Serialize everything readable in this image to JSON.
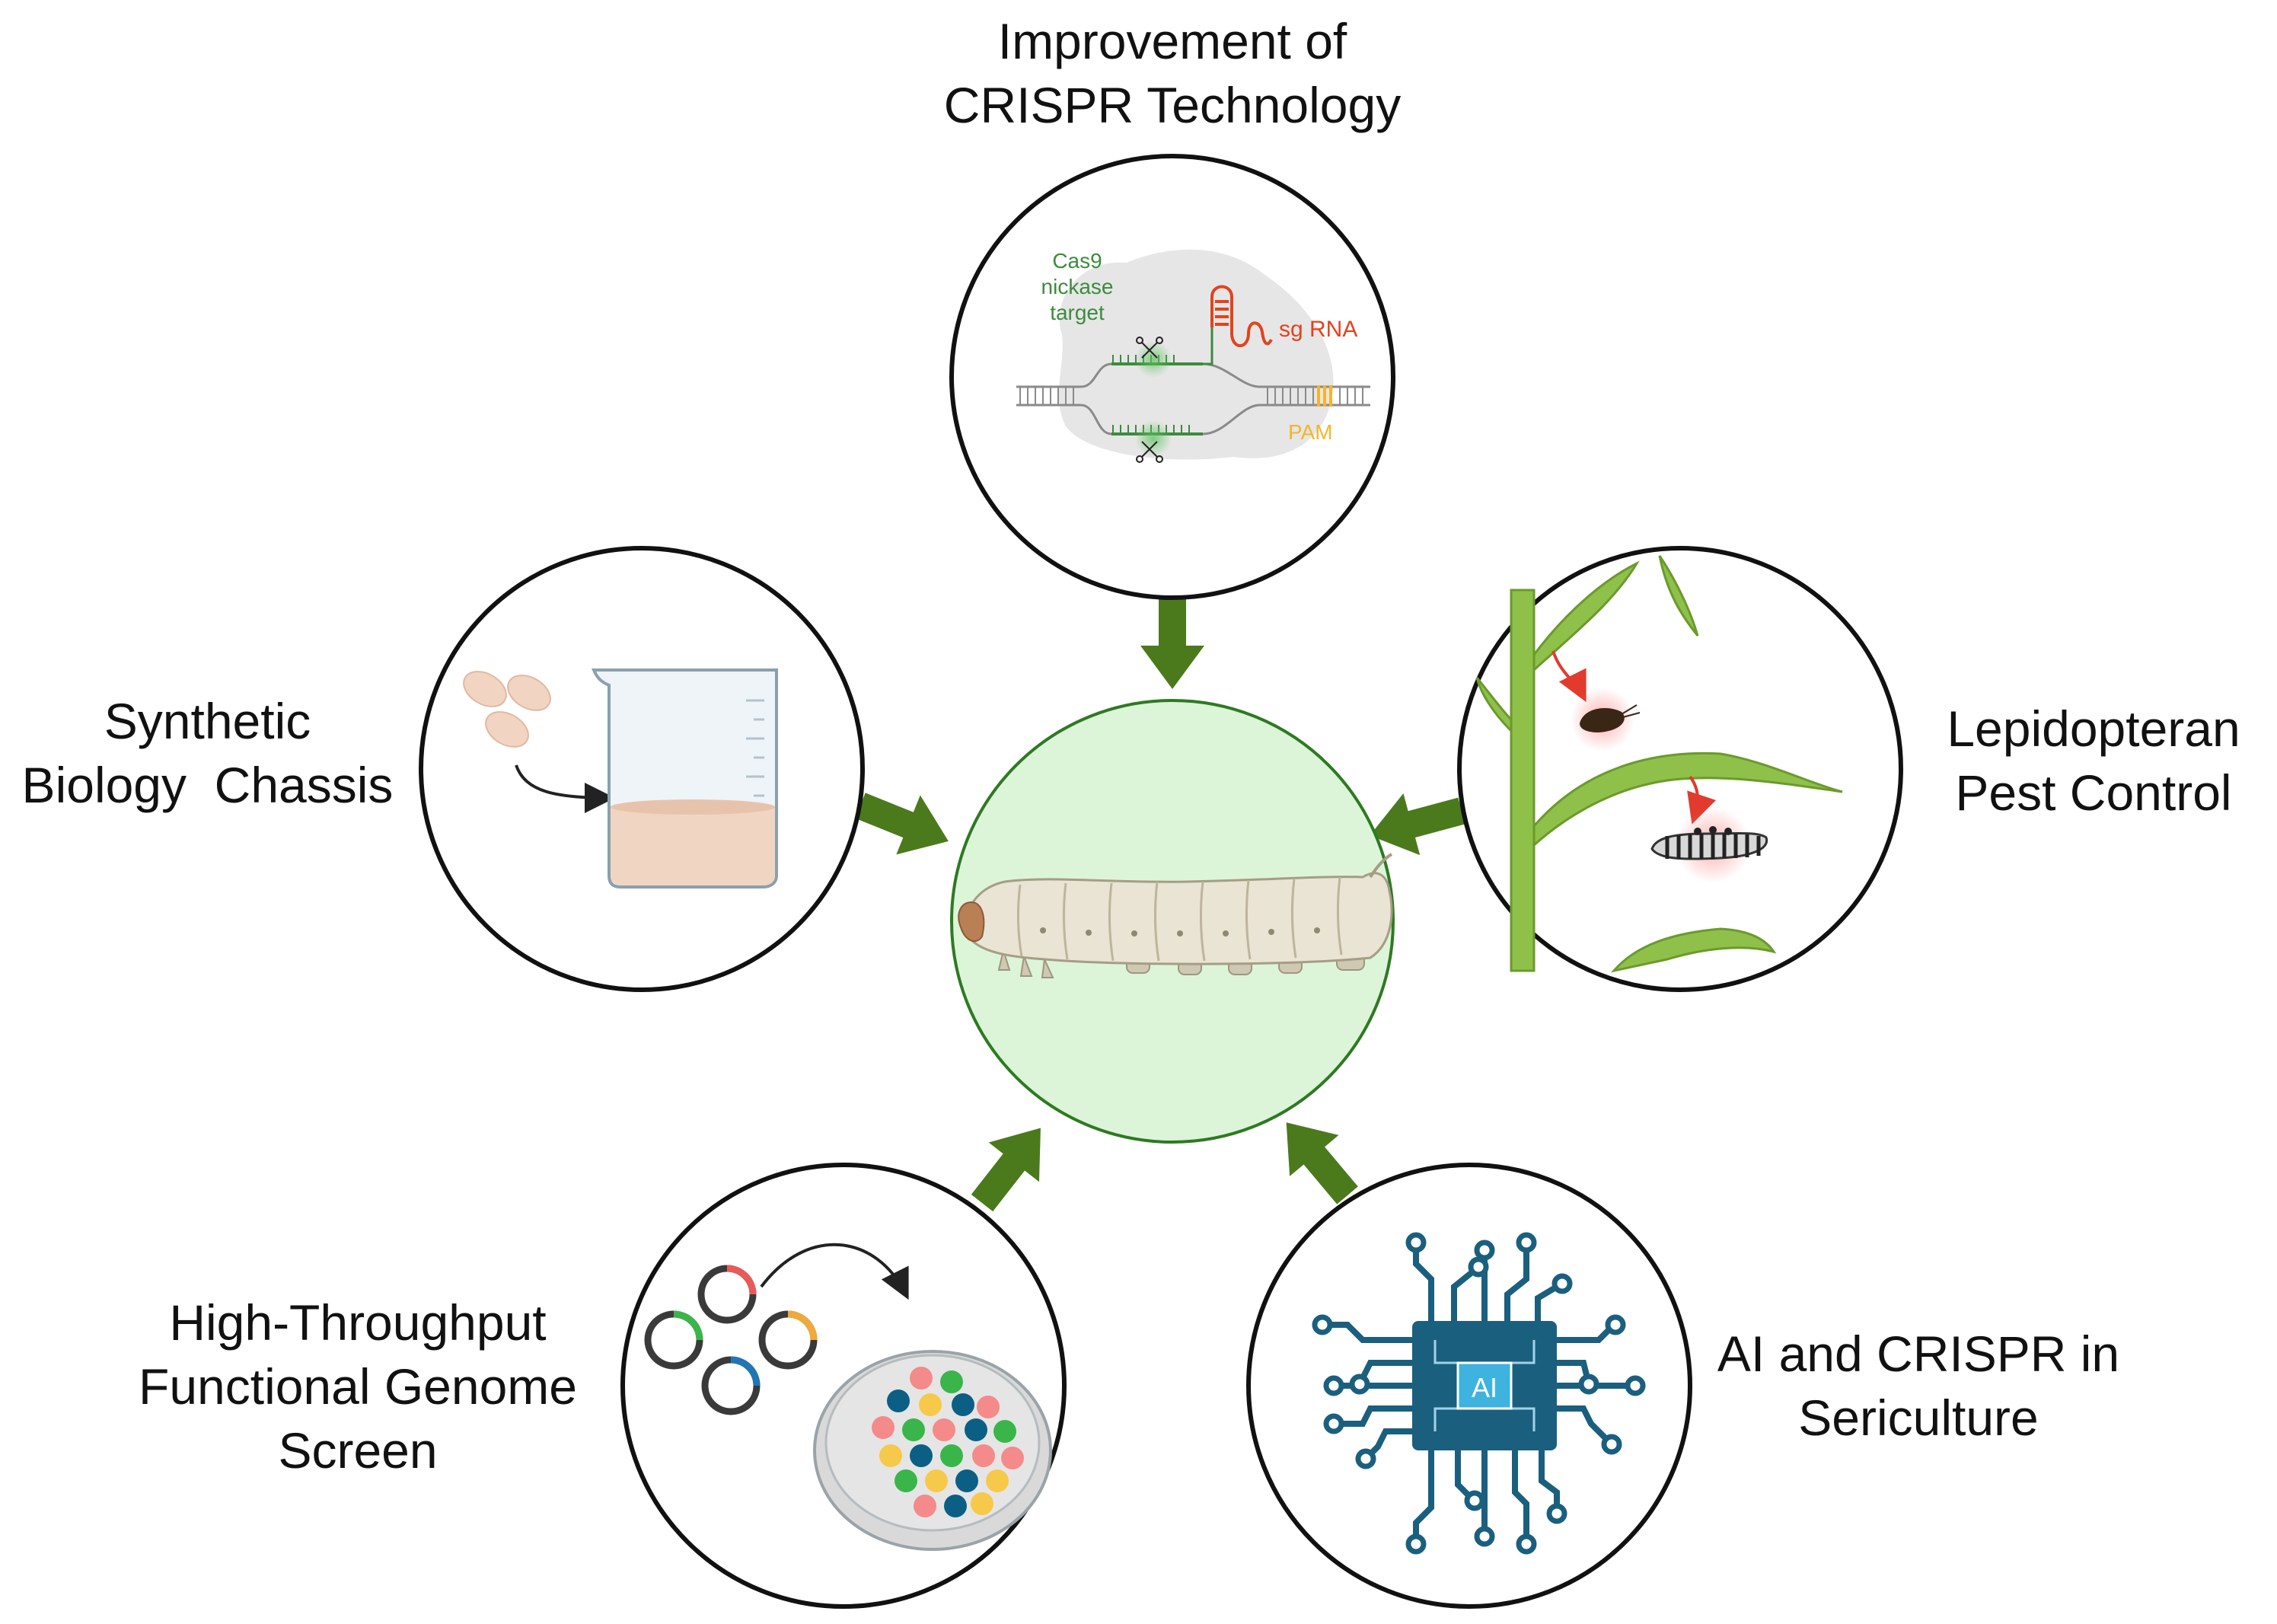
{
  "center": {
    "name": "silkworm-larva",
    "fill": "#dcf5d9",
    "stroke": "#2e7a22"
  },
  "arrow_color": "#4a7a1c",
  "nodes": [
    {
      "id": "crispr",
      "label_lines": [
        "Improvement of",
        "CRISPR Technology"
      ],
      "diagram_text": {
        "nickase_lines": [
          "Cas9",
          "nickase",
          "target"
        ],
        "sgrna": "sg RNA",
        "pam": "PAM"
      }
    },
    {
      "id": "chassis",
      "label_lines": [
        "Synthetic",
        "Biology  Chassis"
      ]
    },
    {
      "id": "pest",
      "label_lines": [
        "Lepidopteran",
        "Pest Control"
      ]
    },
    {
      "id": "screen",
      "label_lines": [
        "High-Throughput",
        "Functional Genome",
        "Screen"
      ]
    },
    {
      "id": "ai",
      "label_lines": [
        "AI and CRISPR in",
        "Sericulture"
      ],
      "chip_text": "AI"
    }
  ],
  "colors": {
    "nickase_green": "#3d8b3d",
    "sgrna_red": "#e2431e",
    "pam_orange": "#f5b52a",
    "chip_blue": "#1b5f7e",
    "leaf_green": "#7fb23a"
  }
}
